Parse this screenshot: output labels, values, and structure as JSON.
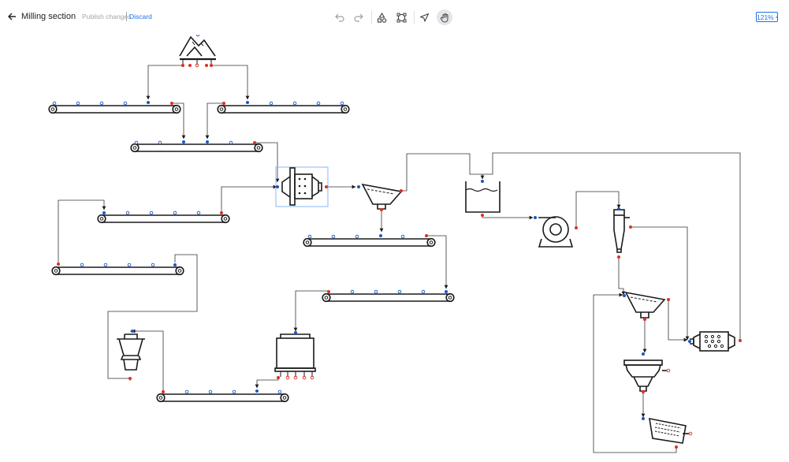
{
  "header": {
    "title": "Milling section",
    "publish_label": "Publish changes",
    "discard_label": "Discard"
  },
  "toolbar": {
    "tools": [
      "undo-icon",
      "redo-icon",
      "shapes-icon",
      "select-frame-icon",
      "pointer-icon",
      "hand-icon"
    ],
    "active_tool": "hand-icon",
    "zoom_label": "121%"
  },
  "colors": {
    "accent": "#1a73e8",
    "port_red": "#d93025",
    "port_blue": "#1a56c4",
    "line": "#333333",
    "selection": "#8ab4f8"
  }
}
